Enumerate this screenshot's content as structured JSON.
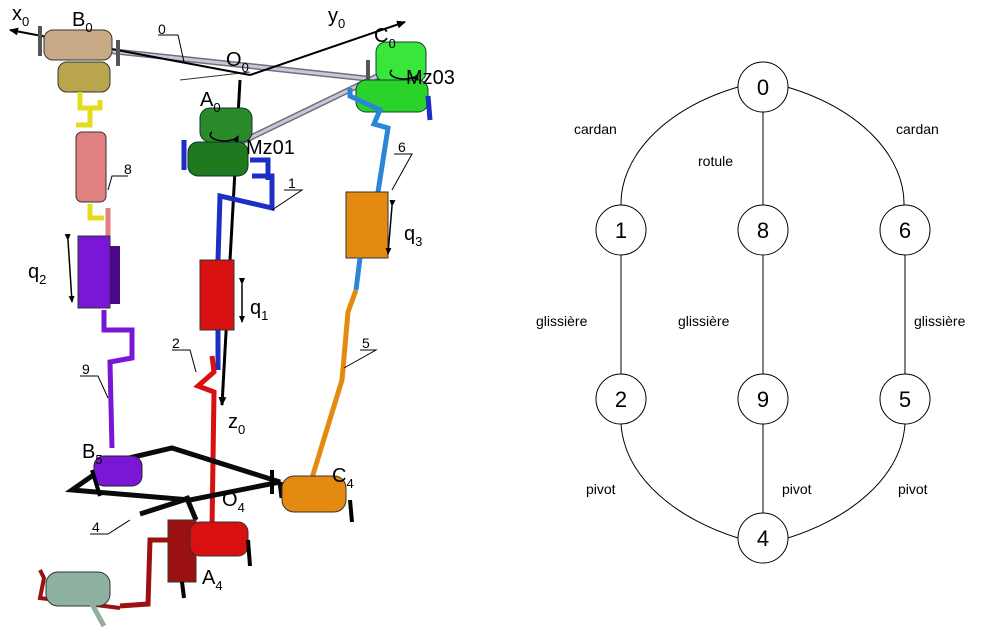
{
  "mechanism": {
    "frames": {
      "x0": {
        "base": "x",
        "sub": "0"
      },
      "y0": {
        "base": "y",
        "sub": "0"
      },
      "z0": {
        "base": "z",
        "sub": "0"
      },
      "O0": {
        "base": "O",
        "sub": "0"
      },
      "O4": {
        "base": "O",
        "sub": "4"
      },
      "A0": {
        "base": "A",
        "sub": "0"
      },
      "A4": {
        "base": "A",
        "sub": "4"
      },
      "B0": {
        "base": "B",
        "sub": "0"
      },
      "B5": {
        "base": "B",
        "sub": "5"
      },
      "C0": {
        "base": "C",
        "sub": "0"
      },
      "C4": {
        "base": "C",
        "sub": "4"
      }
    },
    "inputs": {
      "q1": {
        "base": "q",
        "sub": "1"
      },
      "q2": {
        "base": "q",
        "sub": "2"
      },
      "q3": {
        "base": "q",
        "sub": "3"
      }
    },
    "torques": {
      "mz01": "Mz01",
      "mz03": "Mz03"
    },
    "parts": {
      "p0": "0",
      "p1": "1",
      "p2": "2",
      "p4": "4",
      "p5": "5",
      "p6": "6",
      "p8": "8",
      "p9": "9"
    },
    "colors": {
      "frame": "#0a0a0a",
      "gray": "#b9b9c9",
      "tan": "#c9aa86",
      "olive": "#b8a54c",
      "yellow": "#e3dd20",
      "pink": "#e08080",
      "purple": "#7a16d6",
      "red": "#d81010",
      "darkred": "#9b1010",
      "green": "#2a8a2a",
      "lime": "#39e639",
      "blue": "#1c2ec4",
      "skyblue": "#2b86d8",
      "orange": "#e58a10",
      "sage": "#8fb2a0"
    }
  },
  "graph": {
    "nodes": {
      "n0": "0",
      "n1": "1",
      "n8": "8",
      "n6": "6",
      "n2": "2",
      "n9": "9",
      "n5": "5",
      "n4": "4"
    },
    "edges": {
      "e01": "cardan",
      "e06": "cardan",
      "e08": "rotule",
      "e12": "glissière",
      "e89": "glissière",
      "e65": "glissière",
      "e24": "pivot",
      "e94": "pivot",
      "e54": "pivot"
    }
  }
}
